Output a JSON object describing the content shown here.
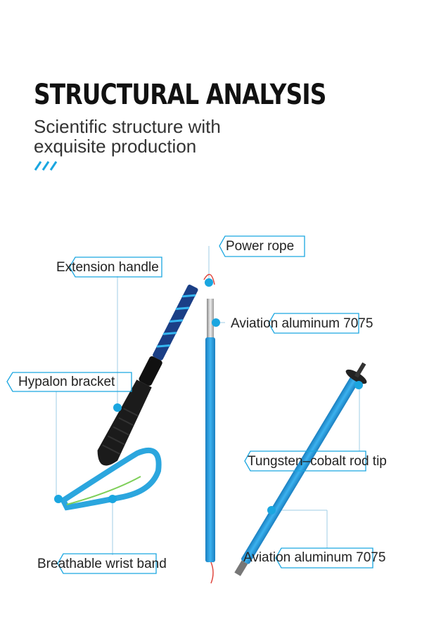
{
  "header": {
    "title": "STRUCTURAL ANALYSIS",
    "subtitle": "Scientific structure with exquisite production"
  },
  "labels": {
    "power_rope": "Power rope",
    "extension_handle": "Extension handle",
    "aviation_top": "Aviation aluminum 7075",
    "hypalon_bracket": "Hypalon bracket",
    "rod_tip": "Tungsten–cobalt rod tip",
    "aviation_bottom": "Aviation aluminum 7075",
    "wrist_band": "Breathable wrist band"
  },
  "colors": {
    "accent": "#1aa6e0",
    "pole_blue": "#2a9fdc",
    "grip_black": "#1b1b1b"
  }
}
